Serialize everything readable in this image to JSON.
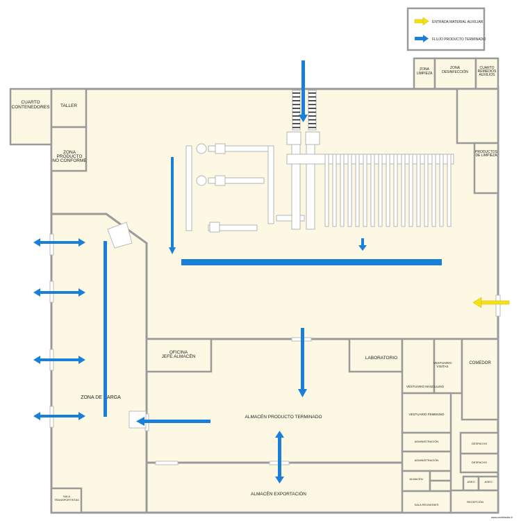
{
  "legend": {
    "yellow_label": "ENTRADA MATERIAL AUXILIAR",
    "blue_label": "FLUJO PRODUCTO TERMINADO",
    "colors": {
      "yellow": "#f5e11a",
      "blue": "#1a7fd9"
    }
  },
  "rooms": {
    "cuarto_contenedores": [
      "CUARTO",
      "CONTENEDORES"
    ],
    "taller": "TALLER",
    "zona_producto_no_conforme": [
      "ZONA",
      "PRODUCTO",
      "NO CONFORME"
    ],
    "zona_limpieza": [
      "ZONA",
      "LIMPIEZA"
    ],
    "zona_desinfeccion": [
      "ZONA",
      "DESINFECCIÓN"
    ],
    "cuarto_remedios_auxilios": [
      "CUARTO",
      "REMEDIOS",
      "AUXILIOS"
    ],
    "productos_limpieza": [
      "PRODUCTOS",
      "DE LIMPIEZA"
    ],
    "zona_de_carga": "ZONA DE CARGA",
    "oficina_jefe_almacen": [
      "OFICINA",
      "JEFE ALMACÉN"
    ],
    "laboratorio": "LABORATORIO",
    "vestuario_visitas": [
      "VESTUARIO",
      "VISITAS"
    ],
    "comedor": "COMEDOR",
    "vestuario_masculino": "VESTUARIO MASCULINO",
    "vestuario_femenino": "VESTUARIO FEMENINO",
    "almacen_producto_terminado": "ALMACÉN PRODUCTO TERMINADO",
    "almacen_exportacion": "ALMACÉN EXPORTACIÓN",
    "administracion_1": "ADMINISTRACIÓN",
    "administracion_2": "ADMINISTRACIÓN",
    "despacho_1": "DESPACHO",
    "despacho_2": "DESPACHO",
    "almacen_small": "ALMACÉN",
    "sala_reuniones": "SALA REUNIONES",
    "recepcion": "RECEPCIÓN",
    "aseo_1": "ASEO",
    "aseo_2": "ASEO",
    "sala_transportistas": [
      "SALA",
      "TRANSPORTISTAS"
    ]
  },
  "watermark": "www.archifacile.fr"
}
